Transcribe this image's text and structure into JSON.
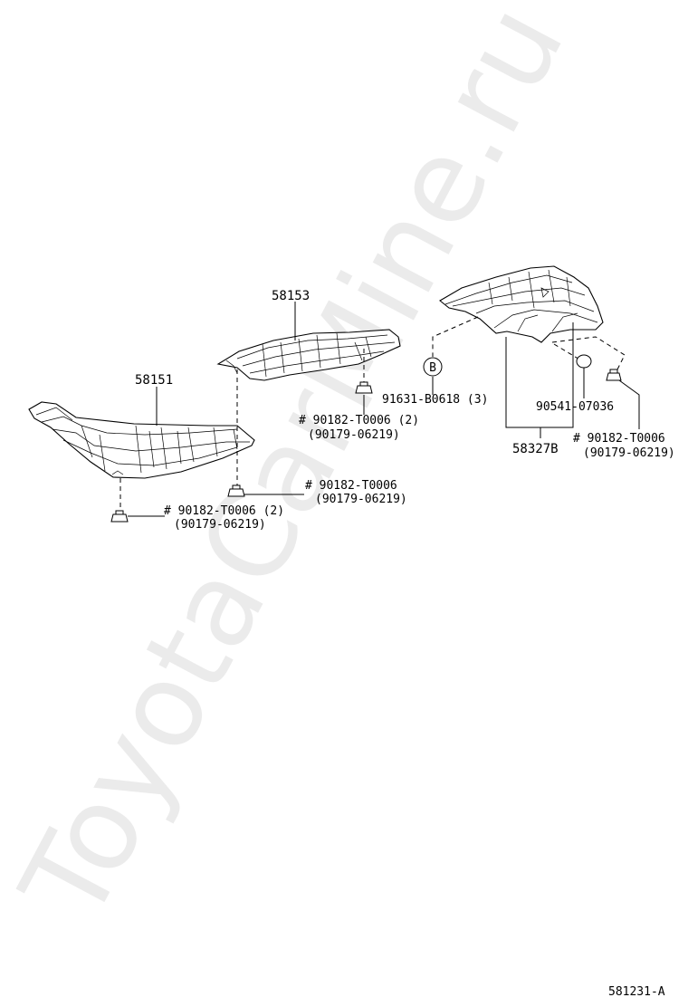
{
  "watermark": "ToyotaCarMine.ru",
  "diagram_code": "581231-A",
  "parts": {
    "p58151": "58151",
    "p58153": "58153",
    "p58327B": "58327B"
  },
  "callouts": {
    "c1_line1": "# 90182-T0006 (2)",
    "c1_line2": "(90179-06219)",
    "c2_line1": "# 90182-T0006",
    "c2_line2": "(90179-06219)",
    "c3_line1": "# 90182-T0006 (2)",
    "c3_line2": "(90179-06219)",
    "c4": "91631-B0618 (3)",
    "c4_marker": "B",
    "c5": "90541-07036",
    "c6_line1": "# 90182-T0006",
    "c6_line2": "(90179-06219)"
  }
}
